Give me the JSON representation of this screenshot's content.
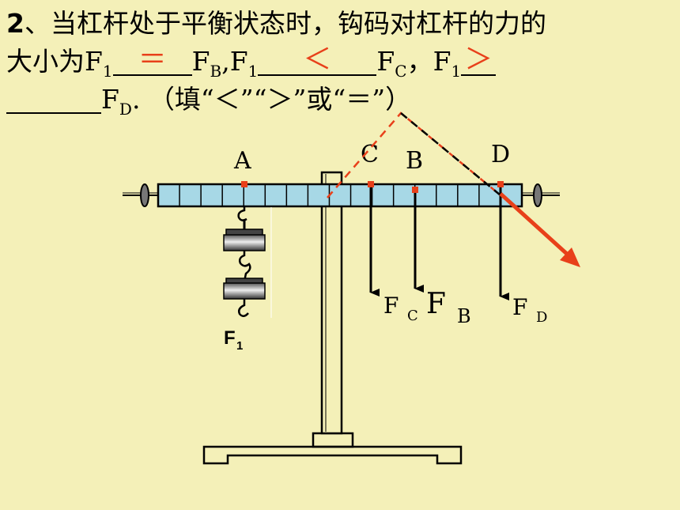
{
  "question": {
    "number": "2",
    "line1_text": "、当杠杆处于平衡状态时，钩码对杠杆的力的",
    "line2_prefix": "大小为",
    "force_F": "F",
    "sub_1": "1",
    "sub_B": "B",
    "sub_C": "C",
    "sub_D": "D",
    "comma1": ",",
    "comma2": "，",
    "answer_1": "＝",
    "answer_2": "＜",
    "answer_3": "＞",
    "line3_suffix": ". （填“＜”“＞”或“＝”）"
  },
  "diagram": {
    "point_labels": {
      "A": "A",
      "C": "C",
      "B": "B",
      "D": "D"
    },
    "force_labels": {
      "F": "F",
      "C": "C",
      "B": "B",
      "D": "D",
      "F1_main": "F",
      "F1_sub": "1"
    },
    "colors": {
      "background": "#f4f0b8",
      "lever_fill": "#a7d8e6",
      "accent_red": "#e8401a",
      "outline": "#000000"
    }
  }
}
